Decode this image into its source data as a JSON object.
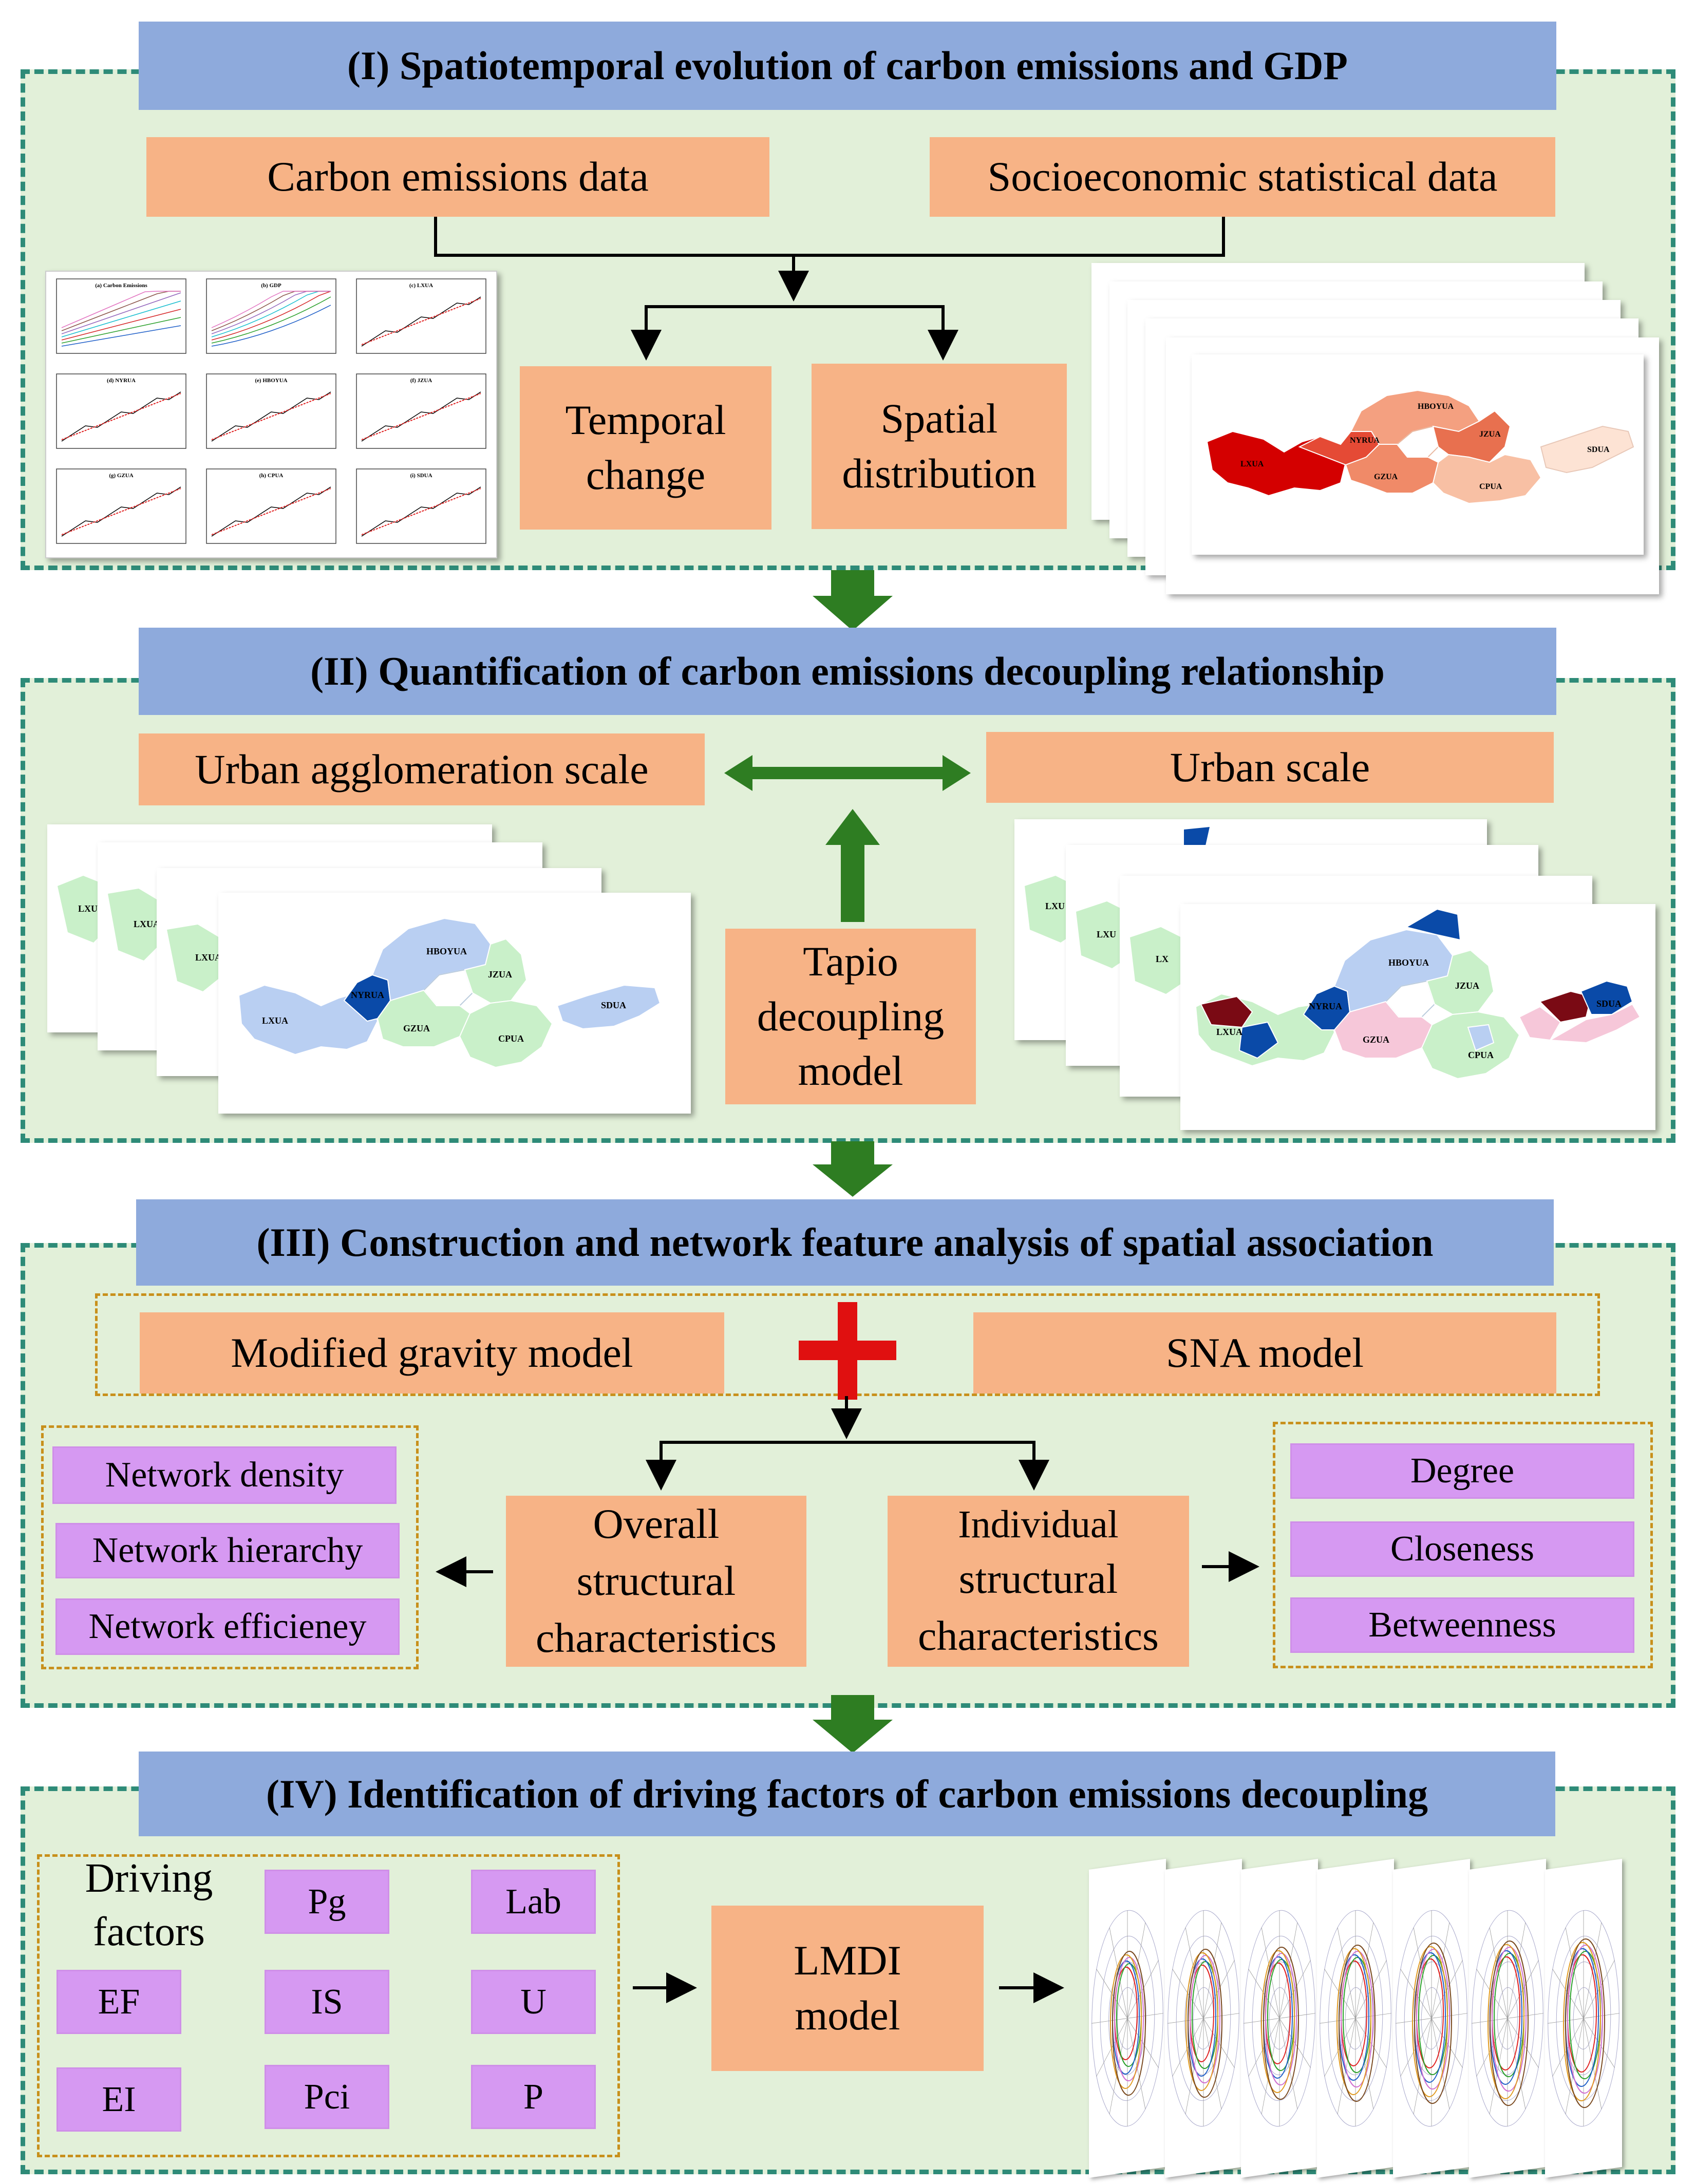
{
  "sections": {
    "s1": {
      "title": "(I) Spatiotemporal evolution of carbon emissions and GDP",
      "input_left": "Carbon emissions data",
      "input_right": "Socioeconomic statistical data",
      "out_left": [
        "Temporal",
        "change"
      ],
      "out_right": [
        "Spatial",
        "distribution"
      ]
    },
    "s2": {
      "title": "(II) Quantification of carbon emissions decoupling relationship",
      "left_scale": "Urban agglomeration scale",
      "right_scale": "Urban scale",
      "model": [
        "Tapio",
        "decoupling",
        "model"
      ]
    },
    "s3": {
      "title": "(III) Construction and network feature analysis of spatial association",
      "model_left": "Modified gravity model",
      "model_right": "SNA model",
      "overall": [
        "Overall",
        "structural",
        "characteristics"
      ],
      "individual": [
        "Individual",
        "structural",
        "characteristics"
      ],
      "overall_metrics": [
        "Network density",
        "Network hierarchy",
        "Network efficieney"
      ],
      "individual_metrics": [
        "Degree",
        "Closeness",
        "Betweenness"
      ]
    },
    "s4": {
      "title": "(IV) Identification of driving factors of carbon emissions decoupling",
      "driving_label": [
        "Driving",
        "factors"
      ],
      "factors": [
        "Pg",
        "Lab",
        "EF",
        "IS",
        "U",
        "EI",
        "Pci",
        "P"
      ],
      "model": [
        "LMDI",
        "model"
      ]
    }
  },
  "map_labels": {
    "s1": [
      "HBOYUA",
      "NYRUA",
      "JZUA",
      "LXUA",
      "GZUA",
      "CPUA",
      "SDUA"
    ],
    "s2_left": [
      "HBOYUA",
      "NYRUA",
      "JZUA",
      "LXUA",
      "GZUA",
      "CPUA",
      "SDUA"
    ],
    "s2_left_stack": [
      "LXU",
      "LXUA",
      "LXUA"
    ],
    "s2_right": [
      "HBOYUA",
      "NYRUA",
      "JZUA",
      "LXUA",
      "GZUA",
      "CPUA",
      "SDUA"
    ],
    "s2_right_stack": [
      "LXU",
      "LXU",
      "LX"
    ]
  },
  "thumbnails": {
    "titles": [
      "(a) Carbon Emissions",
      "(b) GDP",
      "(c) LXUA",
      "(d) NYRUA",
      "(e) HBOYUA",
      "(f) JZUA",
      "(g) GZUA",
      "(h) CPUA",
      "(i) SDUA"
    ]
  },
  "colors": {
    "panel_bg": "#e2f0d9",
    "panel_border": "#2e8b78",
    "banner": "#8eaadc",
    "orange_box": "#f7b386",
    "purple_box": "#d699f2",
    "green_arrow": "#2e7d22",
    "red_plus": "#e01010"
  }
}
